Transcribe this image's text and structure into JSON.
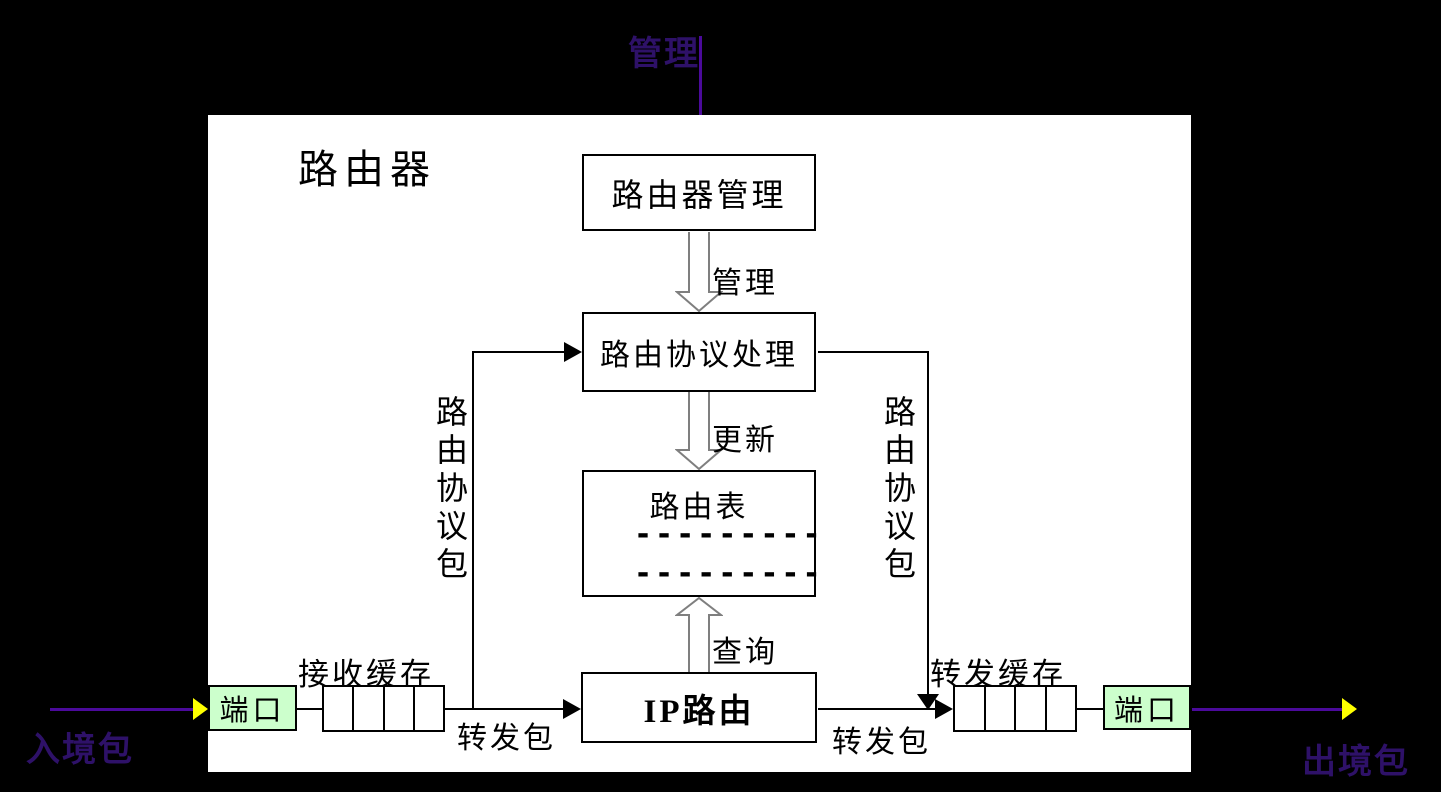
{
  "colors": {
    "background": "#000000",
    "router_fill": "#ffffff",
    "purple_line": "#4b0a9b",
    "purple_text": "#2e1168",
    "yellow_arrow": "#ffff00",
    "port_fill": "#ccffcc",
    "outline_arrow_stroke": "#7f7f7f",
    "line_black": "#000000"
  },
  "outside": {
    "top_label": "管理",
    "ingress_label": "入境包",
    "egress_label": "出境包"
  },
  "router": {
    "title": "路由器",
    "management_box": "路由器管理",
    "protocol_box": "路由协议处理",
    "table_box": {
      "title": "路由表",
      "dash_row_1": "---------",
      "dash_row_2": "---------"
    },
    "ip_box": "IP路由",
    "port_left": "端口",
    "port_right": "端口",
    "arrow_label_manage": "管理",
    "arrow_label_update": "更新",
    "arrow_label_query": "查询",
    "recv_buffer_label": "接收缓存",
    "fwd_buffer_label": "转发缓存",
    "forward_label_left": "转发包",
    "forward_label_right": "转发包",
    "side_label_left": "路由协议包",
    "side_label_right": "路由协议包"
  }
}
